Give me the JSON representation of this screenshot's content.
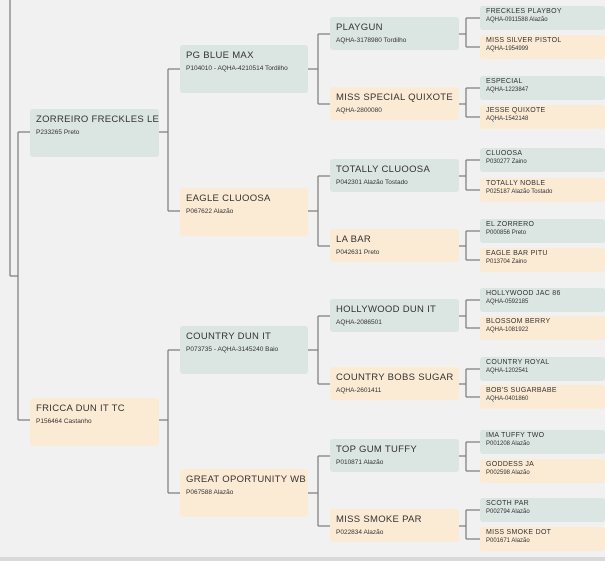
{
  "pedigree": {
    "gen1": [
      {
        "name": "ZORREIRO FRECKLES LE",
        "reg": "P233265 Preto"
      },
      {
        "name": "FRICCA DUN IT TC",
        "reg": "P156464 Castanho"
      }
    ],
    "gen2": [
      {
        "name": "PG BLUE MAX",
        "reg": "P104010 - AQHA-4210514 Tordilho"
      },
      {
        "name": "EAGLE CLUOOSA",
        "reg": "P067622 Alazão"
      },
      {
        "name": "COUNTRY DUN IT",
        "reg": "P073735 - AQHA-3145240 Baio"
      },
      {
        "name": "GREAT OPORTUNITY WB",
        "reg": "P067588 Alazão"
      }
    ],
    "gen3": [
      {
        "name": "PLAYGUN",
        "reg": "AQHA-3178980 Tordilho"
      },
      {
        "name": "MISS SPECIAL QUIXOTE",
        "reg": "AQHA-2800080"
      },
      {
        "name": "TOTALLY CLUOOSA",
        "reg": "P042301 Alazão Tostado"
      },
      {
        "name": "LA BAR",
        "reg": "P042631 Preto"
      },
      {
        "name": "HOLLYWOOD DUN IT",
        "reg": "AQHA-2086501"
      },
      {
        "name": "COUNTRY BOBS SUGAR",
        "reg": "AQHA-2601411"
      },
      {
        "name": "TOP GUM TUFFY",
        "reg": "P010871 Alazão"
      },
      {
        "name": "MISS SMOKE PAR",
        "reg": "P022834 Alazão"
      }
    ],
    "gen4": [
      {
        "name": "FRECKLES PLAYBOY",
        "reg": "AQHA-0911588 Alazão"
      },
      {
        "name": "MISS SILVER PISTOL",
        "reg": "AQHA-1954999"
      },
      {
        "name": "ESPECIAL",
        "reg": "AQHA-1223847"
      },
      {
        "name": "JESSE QUIXOTE",
        "reg": "AQHA-1542148"
      },
      {
        "name": "CLUOOSA",
        "reg": "P030277 Zaino"
      },
      {
        "name": "TOTALLY NOBLE",
        "reg": "P025187 Alazão Tostado"
      },
      {
        "name": "EL ZORRERO",
        "reg": "P000856 Preto"
      },
      {
        "name": "EAGLE BAR PITU",
        "reg": "P013704 Zaino"
      },
      {
        "name": "HOLLYWOOD JAC 86",
        "reg": "AQHA-0592185"
      },
      {
        "name": "BLOSSOM BERRY",
        "reg": "AQHA-1081922"
      },
      {
        "name": "COUNTRY ROYAL",
        "reg": "AQHA-1202541"
      },
      {
        "name": "BOB'S SUGARBABE",
        "reg": "AQHA-0401860"
      },
      {
        "name": "IMA TUFFY TWO",
        "reg": "P001208 Alazão"
      },
      {
        "name": "GODDESS JA",
        "reg": "P002598 Alazão"
      },
      {
        "name": "SCOTH PAR",
        "reg": "P002794 Alazão"
      },
      {
        "name": "MISS SMOKE DOT",
        "reg": "P001671 Alazão"
      }
    ]
  },
  "colors": {
    "sire_box": "#dbe5e1",
    "dam_box": "#fcebd4",
    "connector": "#7a7a7a",
    "background": "#f1f1f1"
  }
}
